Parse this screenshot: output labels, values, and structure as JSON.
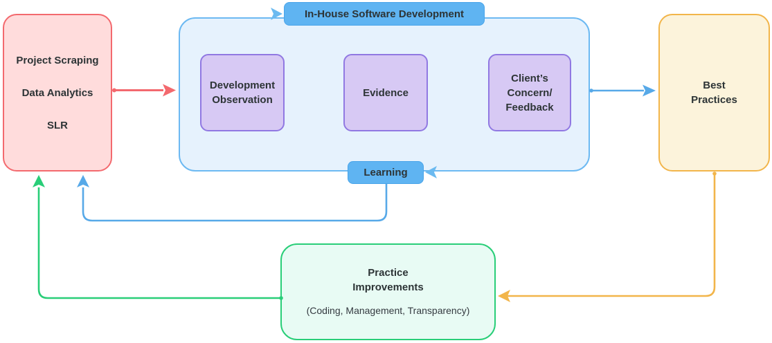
{
  "palette": {
    "red": "#f3696e",
    "blue": "#57a9e8",
    "light_blue_head": "#6bbaf0",
    "yellow": "#f2b54a",
    "green": "#29ce78",
    "text_dark": "#2d3436",
    "pink_fill": "#ffdcdc",
    "container_fill": "#e6f2fd",
    "container_border": "#6cb9f2",
    "blue_tab_fill": "#5fb4f2",
    "purple_fill": "#d7c9f4",
    "purple_border": "#9078e2",
    "cream_fill": "#fcf3db",
    "mint_fill": "#e8fbf4"
  },
  "nodes": {
    "source": {
      "lines": [
        "Project Scraping",
        "Data Analytics",
        "SLR"
      ]
    },
    "container": {
      "title": "In-House Software Development"
    },
    "observation": {
      "label": "Development\nObservation"
    },
    "evidence": {
      "label": "Evidence"
    },
    "feedback": {
      "label": "Client’s\nConcern/\nFeedback"
    },
    "learning": {
      "label": "Learning"
    },
    "best_practices": {
      "label": "Best\nPractices"
    },
    "improvements": {
      "title": "Practice\nImprovements",
      "subtitle": "(Coding, Management, Transparency)"
    }
  }
}
